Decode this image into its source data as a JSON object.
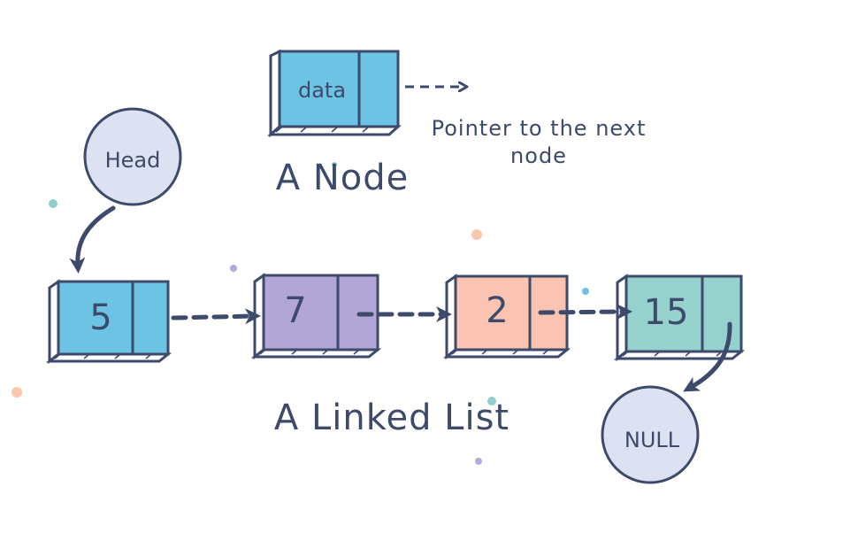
{
  "node_legend": {
    "field_label": "data",
    "pointer_caption_line1": "Pointer to the next",
    "pointer_caption_line2": "node",
    "title": "A Node",
    "fill": "#6cc3e3"
  },
  "head_label": "Head",
  "null_label": "NULL",
  "list_title": "A Linked List",
  "nodes": [
    {
      "value": "5",
      "fill": "#6cc3e3"
    },
    {
      "value": "7",
      "fill": "#b2a6d6"
    },
    {
      "value": "2",
      "fill": "#fbc3b1"
    },
    {
      "value": "15",
      "fill": "#95d2cd"
    }
  ],
  "colors": {
    "outline": "#3e4a6b",
    "circle_fill": "#dde2f3",
    "dot_teal": "#8ecfc9",
    "dot_orange": "#f9c7ac",
    "dot_purple": "#b7a9d9",
    "dot_blue": "#6cc3e3"
  }
}
